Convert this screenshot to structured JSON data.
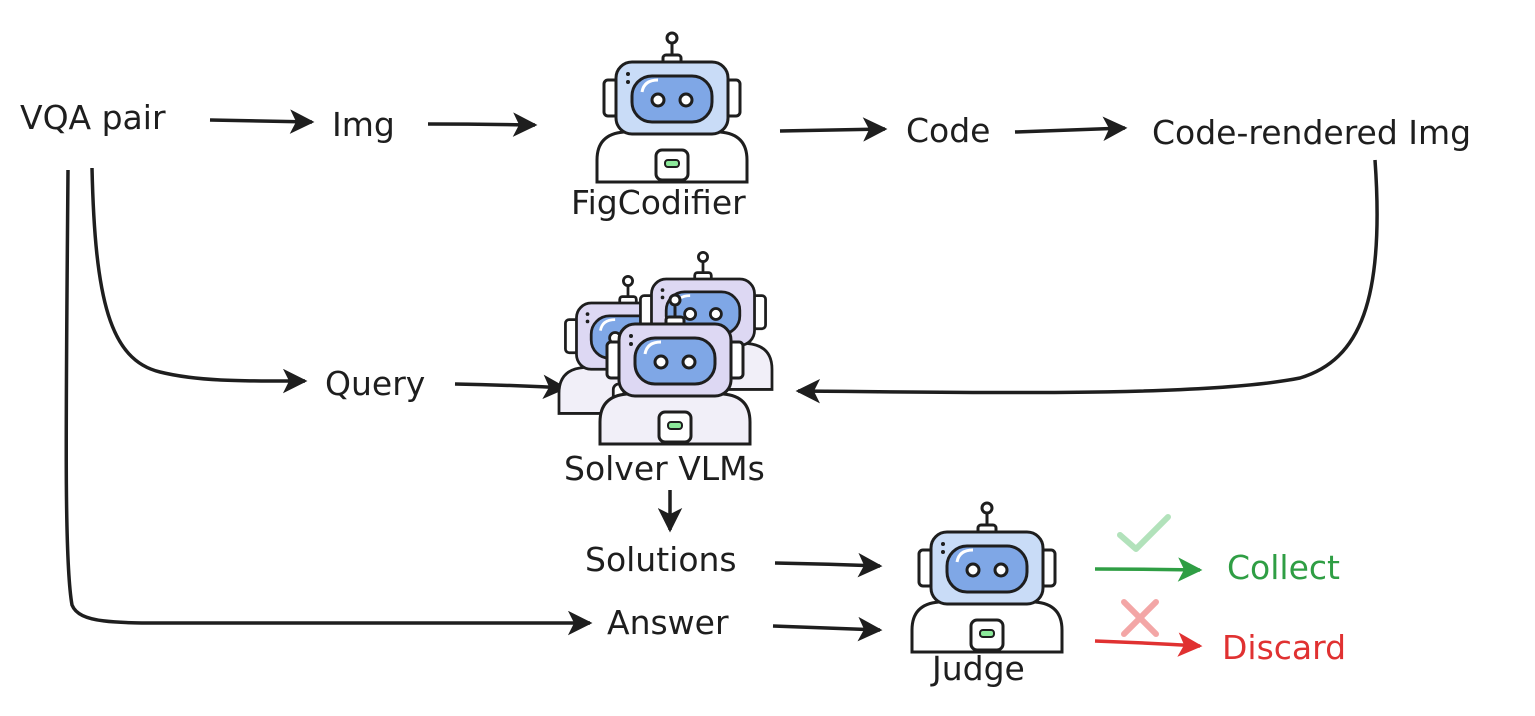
{
  "labels": {
    "vqa_pair": "VQA pair",
    "img": "Img",
    "figcodifier": "FigCodifier",
    "code": "Code",
    "code_rendered_img": "Code-rendered Img",
    "query": "Query",
    "solver_vlms": "Solver VLMs",
    "solutions": "Solutions",
    "answer": "Answer",
    "judge": "Judge",
    "collect": "Collect",
    "discard": "Discard"
  },
  "icons": {
    "robot": "robot-icon",
    "check": "checkmark-icon",
    "cross": "cross-icon"
  },
  "colors": {
    "ink": "#1e1e1e",
    "robot_blue": "#c9dcf7",
    "robot_purple": "#ddd8f3",
    "robot_eye_blue": "#7fa7e6",
    "collect_green": "#2f9e44",
    "discard_red": "#e03131"
  }
}
